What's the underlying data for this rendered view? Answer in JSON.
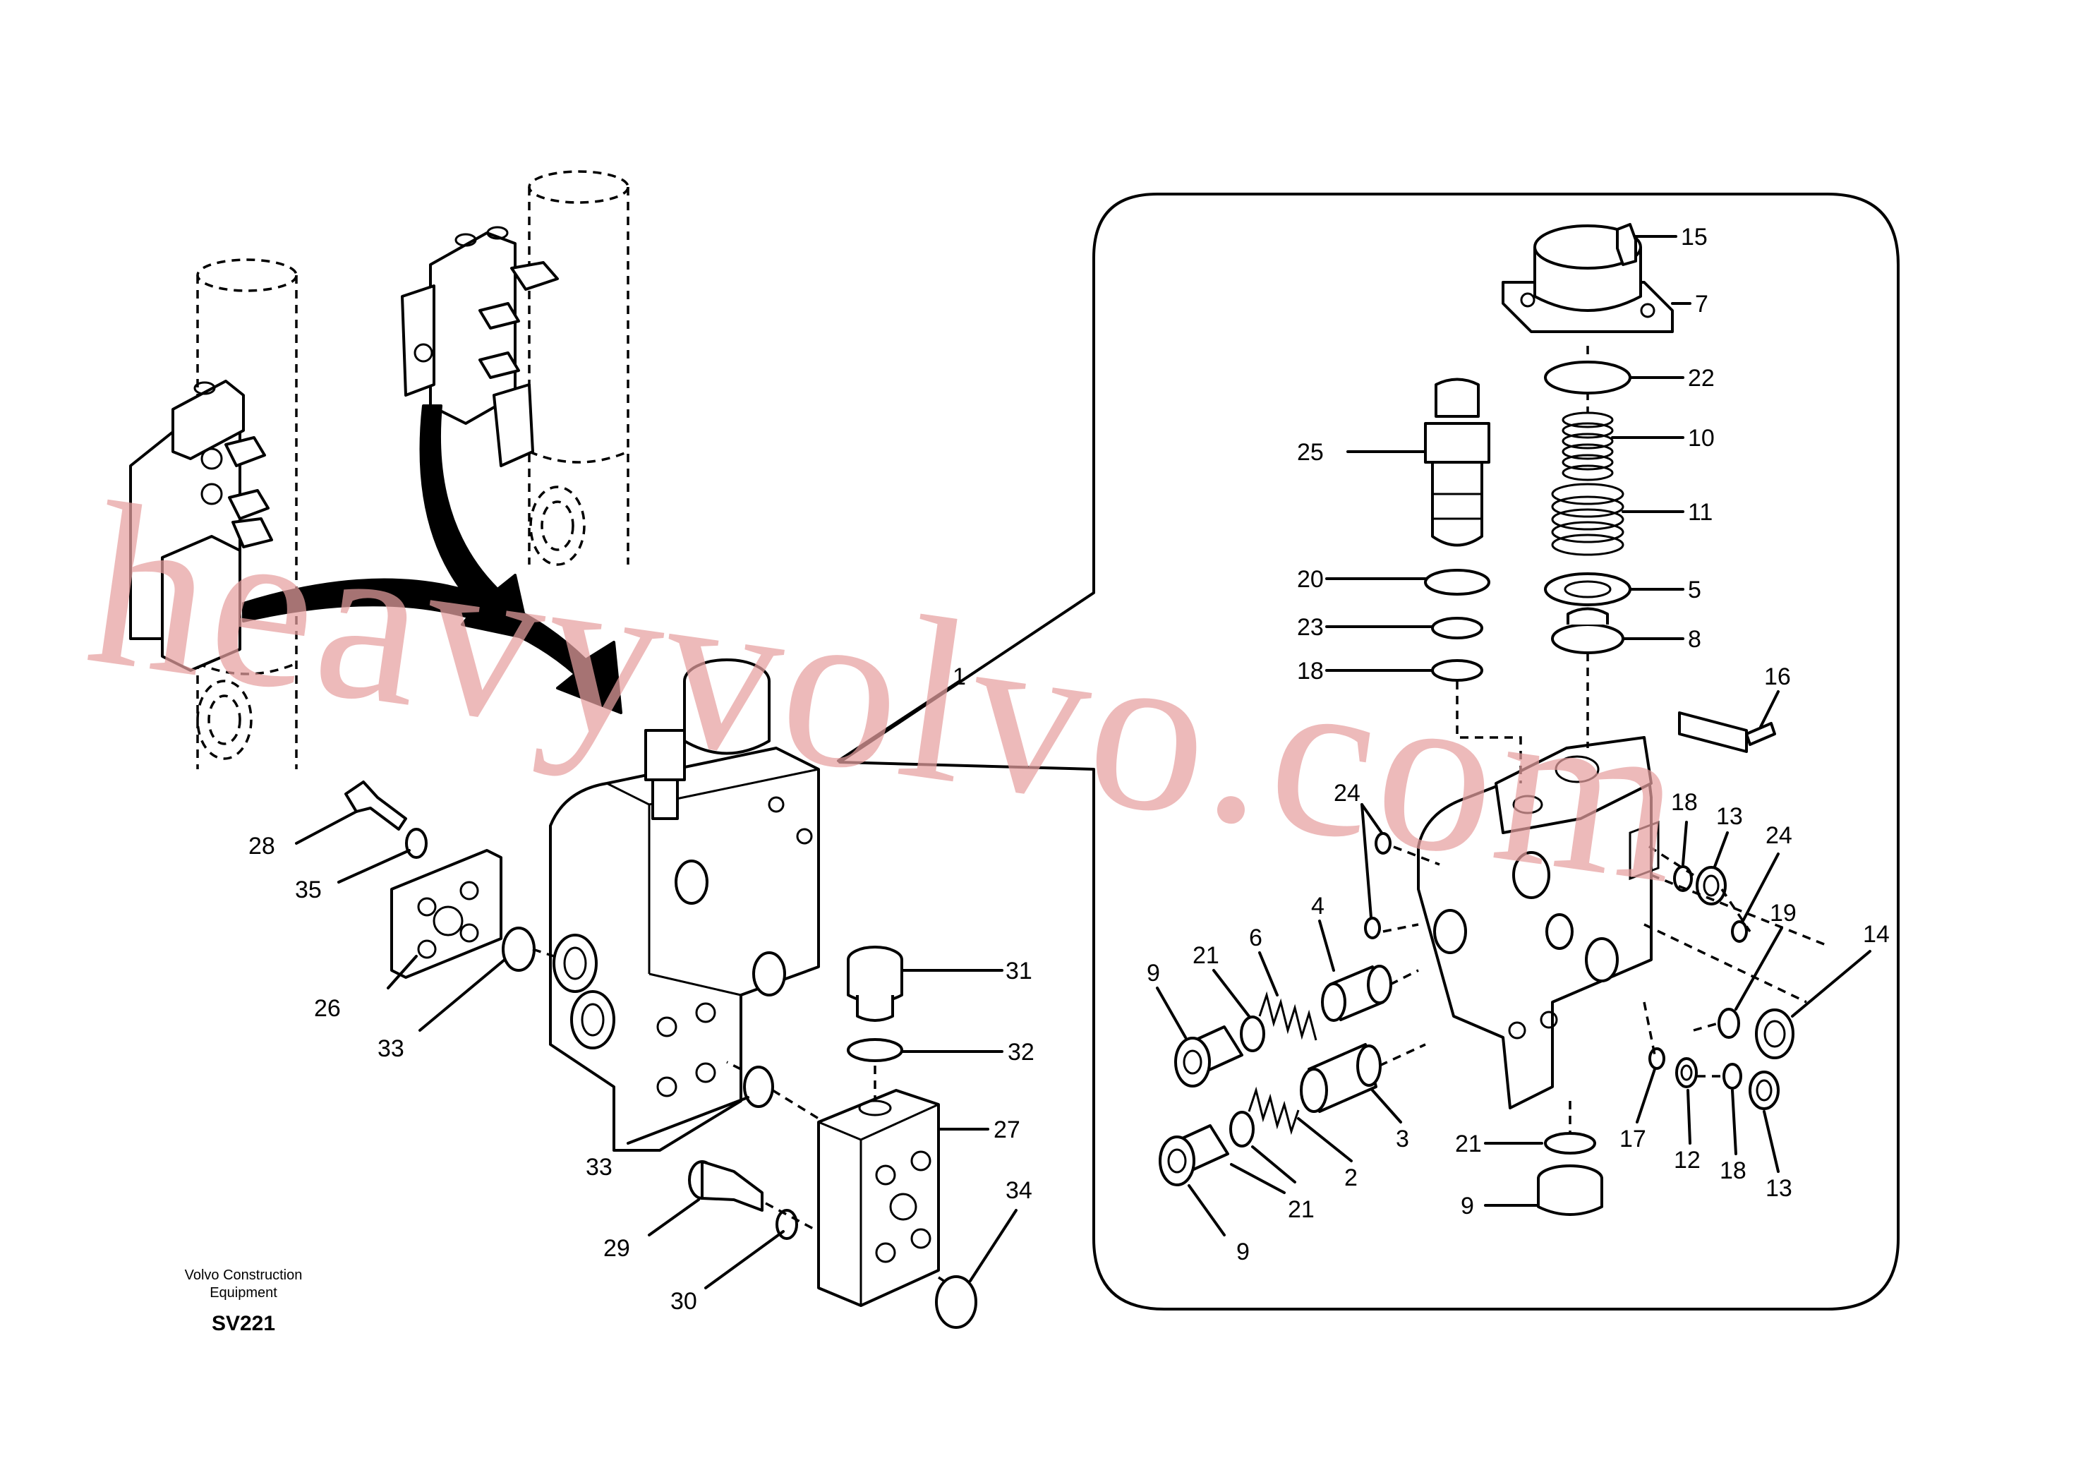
{
  "watermark": {
    "text": "heavyvolvo.com",
    "color": "#e7a0a0"
  },
  "brand": {
    "line1": "Volvo Construction",
    "line2": "Equipment",
    "code": "SV221"
  },
  "callouts": [
    {
      "label": "1"
    },
    {
      "label": "15"
    },
    {
      "label": "7"
    },
    {
      "label": "22"
    },
    {
      "label": "10"
    },
    {
      "label": "25"
    },
    {
      "label": "11"
    },
    {
      "label": "20"
    },
    {
      "label": "5"
    },
    {
      "label": "23"
    },
    {
      "label": "8"
    },
    {
      "label": "18"
    },
    {
      "label": "16"
    },
    {
      "label": "24"
    },
    {
      "label": "18"
    },
    {
      "label": "13"
    },
    {
      "label": "24"
    },
    {
      "label": "4"
    },
    {
      "label": "6"
    },
    {
      "label": "21"
    },
    {
      "label": "9"
    },
    {
      "label": "19"
    },
    {
      "label": "14"
    },
    {
      "label": "3"
    },
    {
      "label": "17"
    },
    {
      "label": "12"
    },
    {
      "label": "18"
    },
    {
      "label": "13"
    },
    {
      "label": "2"
    },
    {
      "label": "21"
    },
    {
      "label": "9"
    },
    {
      "label": "21"
    },
    {
      "label": "9"
    },
    {
      "label": "28"
    },
    {
      "label": "35"
    },
    {
      "label": "26"
    },
    {
      "label": "33"
    },
    {
      "label": "31"
    },
    {
      "label": "32"
    },
    {
      "label": "33"
    },
    {
      "label": "27"
    },
    {
      "label": "29"
    },
    {
      "label": "30"
    },
    {
      "label": "34"
    }
  ]
}
